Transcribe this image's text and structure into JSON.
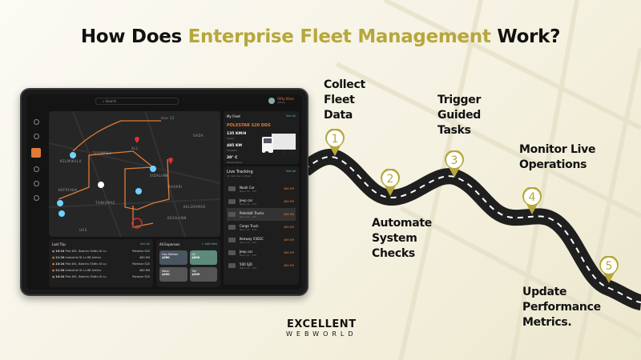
{
  "title": {
    "prefix": "How Does ",
    "highlight": "Enterprise Fleet Management",
    "suffix": " Work?"
  },
  "colors": {
    "accent": "#b7a73b",
    "road": "#1f1f1f",
    "dashboard_accent": "#e07b39"
  },
  "dashboard": {
    "search_placeholder": "Search",
    "user": {
      "name": "Rifty Khan",
      "role": "Admin"
    },
    "map_labels": [
      "KELMIKULA",
      "TOOMPEA",
      "ALL",
      "SIDALINN",
      "MAAKRI",
      "TONISMAE",
      "KELDRIMAE",
      "KESALINN",
      "KEFRIABA",
      "UUS",
      "Uus 12",
      "SADA"
    ],
    "my_fleet": {
      "title": "My Fleet",
      "see_all": "See All",
      "vehicle": "POLESTAR S20 DDS",
      "stats": [
        {
          "value": "135 KM/H",
          "label": "Speed"
        },
        {
          "value": "485 KM",
          "label": "Traveled"
        },
        {
          "value": "20° C",
          "label": "Temperature"
        }
      ]
    },
    "live_tracking": {
      "title": "Live Tracking",
      "subtitle": "21 Vehicles on Road",
      "see_all": "See All",
      "vehicles": [
        {
          "name": "Noah Car",
          "sub": "Nano 21 · 215",
          "dist": "486 KM"
        },
        {
          "name": "Jeep car",
          "sub": "Nano 21 · 215",
          "dist": "486 KM"
        },
        {
          "name": "Peterbilt Trucks",
          "sub": "Nano 21 · 215",
          "dist": "486 KM"
        },
        {
          "name": "Cargo Truck",
          "sub": "Nano 21 · 215",
          "dist": "486 KM"
        },
        {
          "name": "Keeway V302C",
          "sub": "Nano 21 · 215",
          "dist": "486 KM"
        },
        {
          "name": "Jeep car",
          "sub": "Nano 21 · 215",
          "dist": "486 KM"
        },
        {
          "name": "500 SJD",
          "sub": "Nano 21 · 215",
          "dist": "486 KM"
        }
      ]
    },
    "last_trip": {
      "title": "Last Trip",
      "see_all": "See All",
      "rows": [
        {
          "time": "10:24",
          "from": "Plot 481, Bashiru Shittu St Lu",
          "vehicle": "Polestar S20"
        },
        {
          "time": "11:34",
          "from": "Industrial St Lu 88 Anthru",
          "vehicle": "480 KM"
        },
        {
          "time": "10:24",
          "from": "Plot 481, Bashiru Shittu St Lu",
          "vehicle": "Polestar S20"
        },
        {
          "time": "11:34",
          "from": "Industrial St Lu 88 Anthru",
          "vehicle": "480 KM"
        },
        {
          "time": "10:24",
          "from": "Plot 481, Bashiru Shittu St Lu",
          "vehicle": "Polestar S20"
        }
      ]
    },
    "expenses": {
      "title": "All Expenses",
      "add": "+ Add New",
      "cards": [
        {
          "label": "Gas Station",
          "amount": "$560"
        },
        {
          "label": "Oil",
          "amount": "$800"
        },
        {
          "label": "Wash",
          "amount": "$400"
        },
        {
          "label": "Toll",
          "amount": "$300"
        }
      ]
    }
  },
  "steps": [
    {
      "number": "1",
      "label_lines": [
        "Collect",
        "Fleet",
        "Data"
      ]
    },
    {
      "number": "2",
      "label_lines": [
        "Automate",
        "System",
        "Checks"
      ]
    },
    {
      "number": "3",
      "label_lines": [
        "Trigger",
        "Guided",
        "Tasks"
      ]
    },
    {
      "number": "4",
      "label_lines": [
        "Monitor Live",
        "Operations"
      ]
    },
    {
      "number": "5",
      "label_lines": [
        "Update",
        "Performance",
        "Metrics."
      ]
    }
  ],
  "logo": {
    "line1": "EXCELLENT",
    "line2": "WEBWORLD"
  }
}
